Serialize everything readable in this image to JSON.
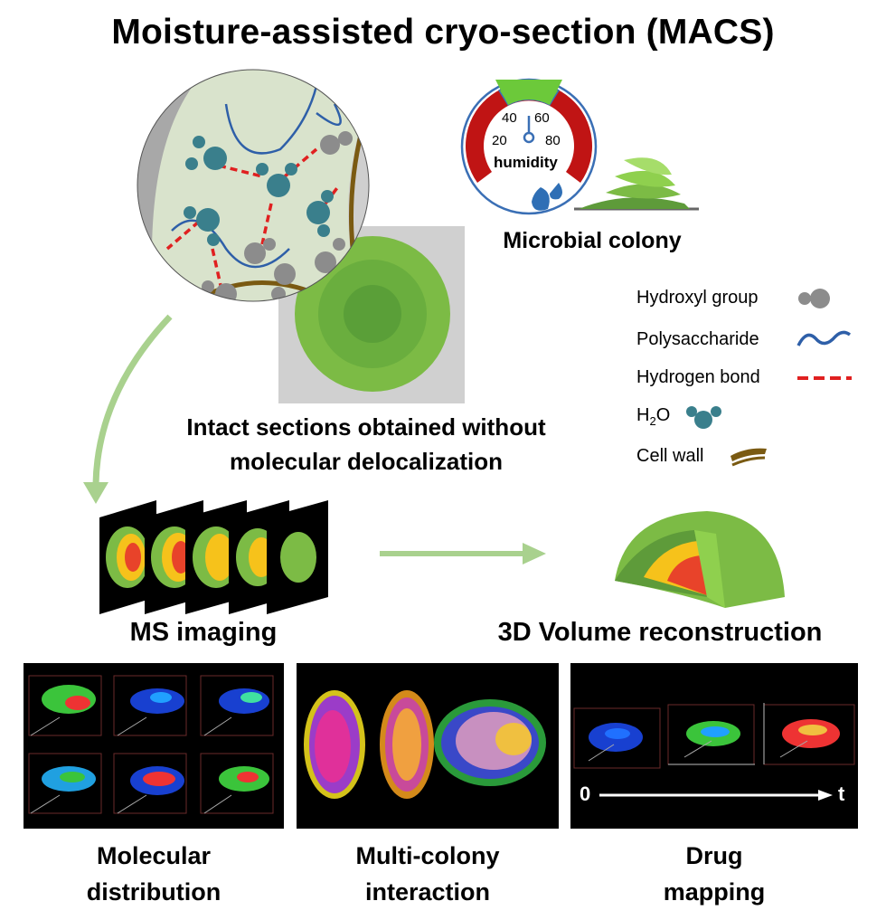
{
  "title": "Moisture-assisted cryo-section (MACS)",
  "humidity": {
    "ticks": [
      "20",
      "40",
      "60",
      "80"
    ],
    "label": "humidity",
    "colors": {
      "safe": "#6cc93a",
      "danger": "#c01414",
      "outline": "#3a6fb5"
    }
  },
  "microbial_colony_label": "Microbial colony",
  "legend": {
    "hydroxyl": "Hydroxyl group",
    "polysaccharide": "Polysaccharide",
    "hydrogen_bond": "Hydrogen bond",
    "h2o_main": "H",
    "h2o_sub": "2",
    "h2o_end": "O",
    "cell_wall": "Cell wall"
  },
  "intact_text": {
    "line1": "Intact sections obtained without",
    "line2": "molecular delocalization"
  },
  "ms_imaging_label": "MS imaging",
  "volume_label": "3D Volume reconstruction",
  "time_axis": {
    "start": "0",
    "end": "t"
  },
  "panels": {
    "molecular": {
      "line1": "Molecular",
      "line2": "distribution"
    },
    "multicolony": {
      "line1": "Multi-colony",
      "line2": "interaction"
    },
    "drug": {
      "line1": "Drug",
      "line2": "mapping"
    }
  },
  "colors": {
    "arrow_green": "#a9d18e",
    "water_teal": "#3a7f8c",
    "hydroxyl_gray": "#8c8c8c",
    "bond_red": "#e02020",
    "poly_blue": "#2e5fa8",
    "cell_wall_brown": "#7a5a12"
  }
}
